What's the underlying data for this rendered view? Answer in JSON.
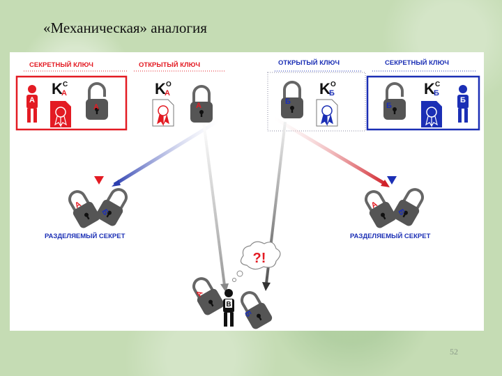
{
  "slide": {
    "title": "«Механическая» аналогия",
    "page_number": "52"
  },
  "diagram": {
    "left_party": {
      "secret_key_label": "СЕКРЕТНЫЙ КЛЮЧ",
      "public_key_label": "ОТКРЫТЫЙ КЛЮЧ",
      "person_letter": "А",
      "lock_letter": "А",
      "key_letter": "K",
      "key_sub": "А",
      "secret_sup": "С",
      "public_sup": "О",
      "color": "#e31b23"
    },
    "right_party": {
      "public_key_label": "ОТКРЫТЫЙ КЛЮЧ",
      "secret_key_label": "СЕКРЕТНЫЙ КЛЮЧ",
      "person_letter": "Б",
      "lock_letter": "Б",
      "key_letter": "K",
      "key_sub": "Б",
      "secret_sup": "С",
      "public_sup": "О",
      "color": "#1b2fb5"
    },
    "shared_secret_label": "РАЗДЕЛЯЕМЫЙ СЕКРЕТ",
    "eavesdropper": {
      "person_letter": "В",
      "thought": "?!"
    }
  }
}
